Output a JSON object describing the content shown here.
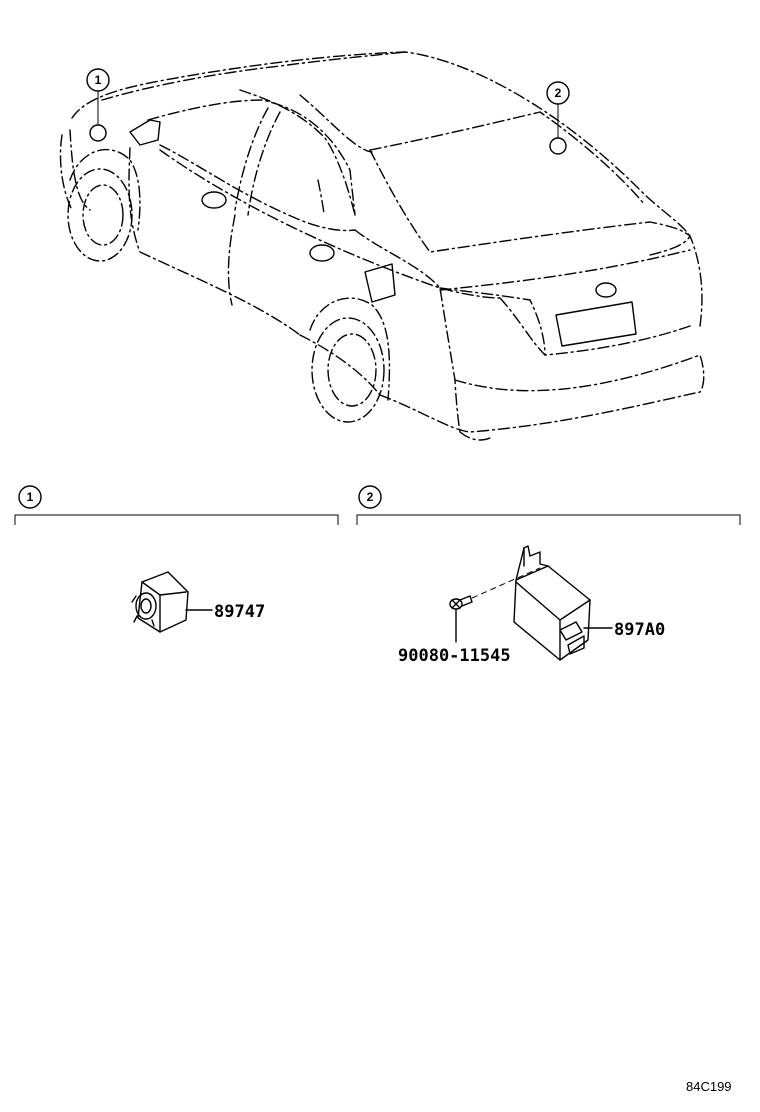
{
  "overview": {
    "callouts": [
      {
        "number": "1"
      },
      {
        "number": "2"
      }
    ]
  },
  "sections": [
    {
      "number": "1",
      "parts": [
        {
          "part_number": "89747"
        }
      ]
    },
    {
      "number": "2",
      "parts": [
        {
          "part_number": "90080-11545"
        },
        {
          "part_number": "897A0"
        }
      ]
    }
  ],
  "reference_code": "84C199"
}
